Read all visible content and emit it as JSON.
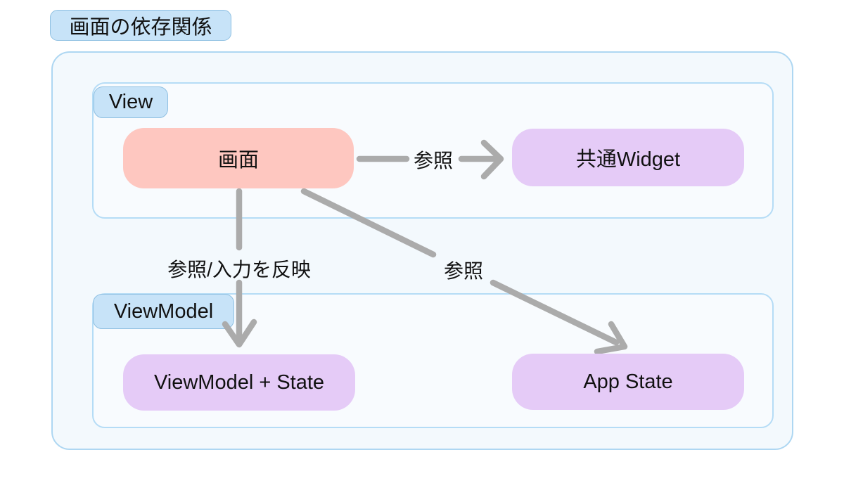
{
  "title": "画面の依存関係",
  "colors": {
    "container_bg": "#f3f9fd",
    "container_border": "#aed7f2",
    "section_border": "#b5dcf6",
    "badge_bg": "#c7e3f8",
    "badge_border": "#8fc0e2",
    "node_pink": "#fec7c0",
    "node_purple": "#e5cbf7",
    "arrow_gray": "#ababab",
    "text": "#111111"
  },
  "sections": {
    "view": {
      "label": "View",
      "nodes": {
        "screen": {
          "label": "画面"
        },
        "widget": {
          "label": "共通Widget"
        }
      }
    },
    "viewmodel": {
      "label": "ViewModel",
      "nodes": {
        "vmstate": {
          "label": "ViewModel + State"
        },
        "appstate": {
          "label": "App State"
        }
      }
    }
  },
  "edges": {
    "screen_to_widget": {
      "from": "画面",
      "to": "共通Widget",
      "label": "参照"
    },
    "screen_to_vmstate": {
      "from": "画面",
      "to": "ViewModel + State",
      "label": "参照/入力を反映"
    },
    "screen_to_appstate": {
      "from": "画面",
      "to": "App State",
      "label": "参照"
    }
  }
}
